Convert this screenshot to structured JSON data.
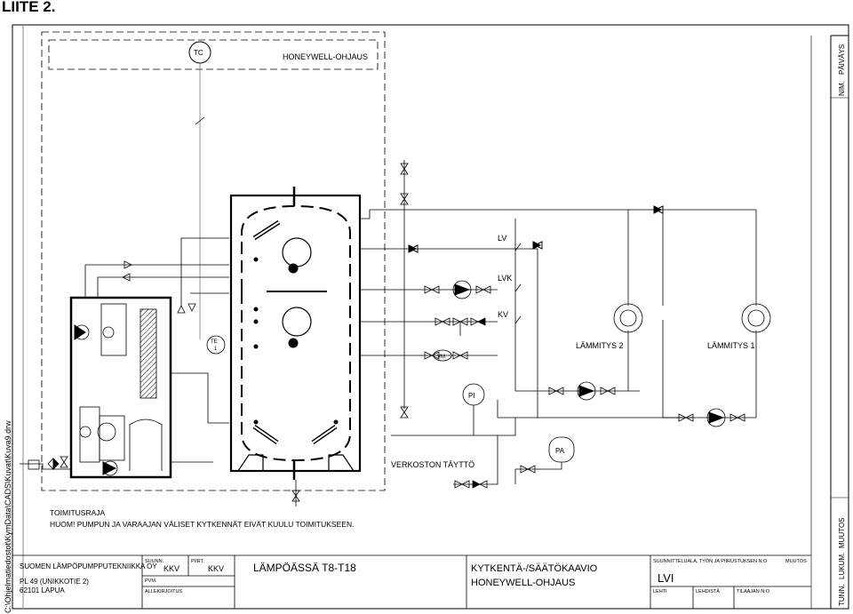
{
  "page_title": "LIITE 2.",
  "file_path": "C:\\Ohjelmatiedostot\\KymData\\CADS\\Kuvat\\Kuva9.drw",
  "controller": {
    "tag": "TC",
    "label": "HONEYWELL-OHJAUS"
  },
  "sensor": {
    "tag": "TE",
    "number": "1"
  },
  "pipes": {
    "lv": "LV",
    "lvk": "LVK",
    "kv": "KV",
    "valve_vm": "VM"
  },
  "circuits": {
    "heating_2": "LÄMMITYS 2",
    "heating_1": "LÄMMITYS 1"
  },
  "gauges": {
    "pi": "PI",
    "pa": "PA"
  },
  "network_fill": "VERKOSTON TÄYTTÖ",
  "supply_limit": "TOIMITUSRAJA",
  "note": "HUOM! PUMPUN JA VARAAJAN VÄLISET KYTKENNÄT EIVÄT KUULU TOIMITUKSEEN.",
  "revision_header": {
    "nim": "NIM.",
    "date": "PÄIVÄYS"
  },
  "revision_footer": {
    "tunn": "TUNN.",
    "lukum": "LUKUM.",
    "muutos": "MUUTOS"
  },
  "title_block": {
    "company": "SUOMEN LÄMPÖPUMPPUTEKNIIKKA OY",
    "address_line1": "PL 49 (UNIKKOTIE 2)",
    "address_line2": "62101 LAPUA",
    "suunn_label": "SUUNN.",
    "suunn_value": "KKV",
    "piirt_label": "PIIRT.",
    "piirt_value": "KKV",
    "pvm_label": "PVM.",
    "allekirjoitus_label": "ALLEKIRJOITUS",
    "project": "LÄMPÖÄSSÄ T8-T18",
    "drawing_title_line1": "KYTKENTÄ-/SÄÄTÖKAAVIO",
    "drawing_title_line2": "HONEYWELL-OHJAUS",
    "field_header": "SUUNNITTELUALA, TYÖN JA PIIRUSTUKSEN N:O",
    "field_muutos": "MUUTOS",
    "field_value": "LVI",
    "lehti_label": "LEHTI",
    "lehtia_label": "LEHDISTÄ",
    "tilaajan_label": "TILAAJAN N:O"
  }
}
